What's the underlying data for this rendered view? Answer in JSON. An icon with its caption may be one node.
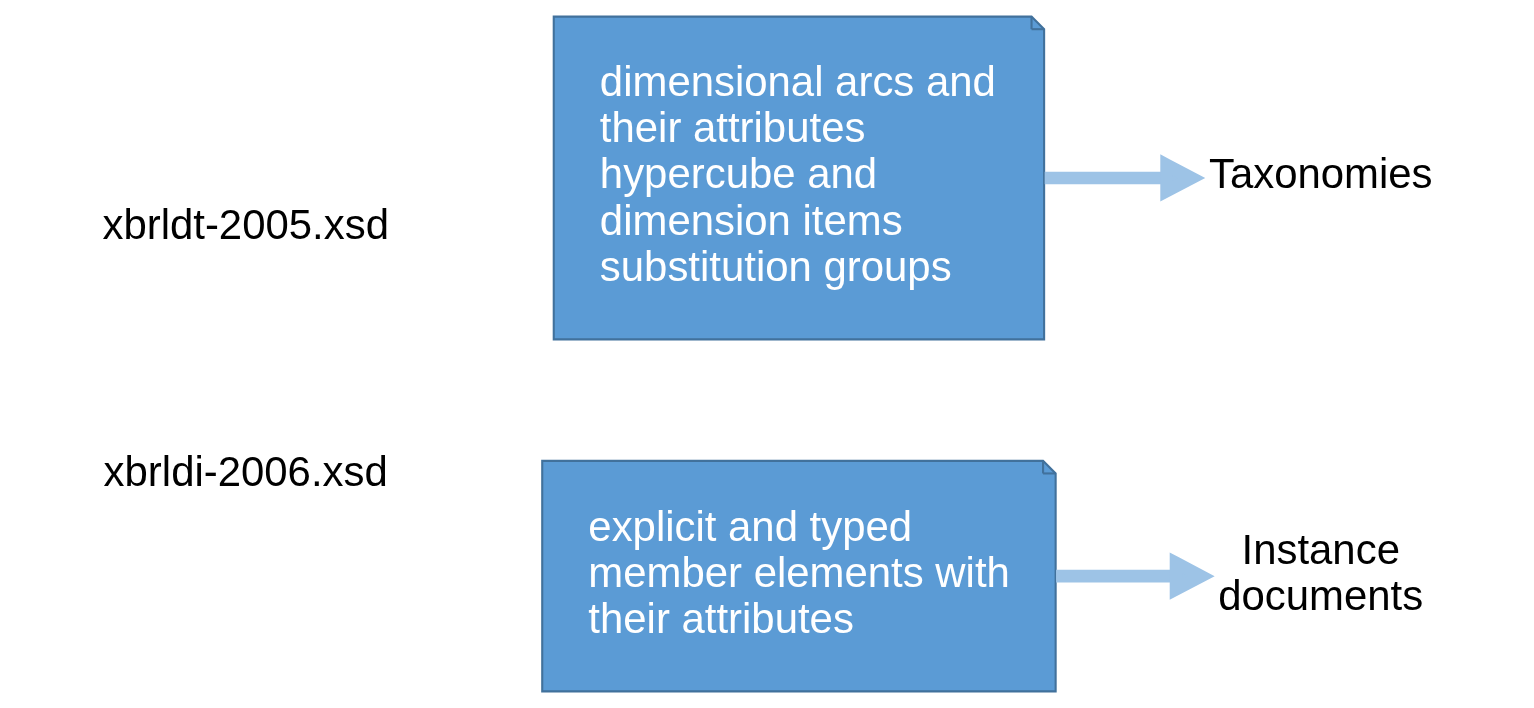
{
  "diagram": {
    "nodes": [
      {
        "text": [
          "dimensional arcs and their attributes hypercube and dimension items substitution groups"
        ]
      },
      {
        "text": [
          "Taxonomies"
        ]
      },
      {
        "text": [
          "explicit and typed member elements with their attributes"
        ]
      },
      {
        "text": [
          "Instance documents"
        ]
      }
    ],
    "edges": [
      {
        "from": 0,
        "to": 1,
        "arrow": "to"
      },
      {
        "from": 2,
        "to": 3,
        "arrow": "to"
      }
    ],
    "labels": [
      "xbrldt-2005.xsd",
      "xbrldi-2006.xsd"
    ]
  }
}
